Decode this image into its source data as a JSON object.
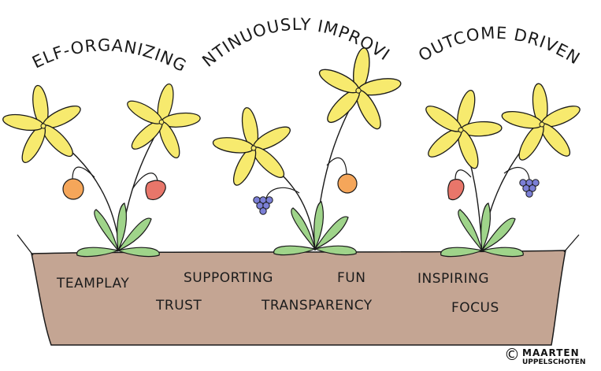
{
  "headings": {
    "left": "SELF-ORGANIZING",
    "center": "CONTINUOUSLY IMPROVING",
    "right": "OUTCOME DRIVEN"
  },
  "soil_words": {
    "teamplay": "TEAMPLAY",
    "supporting": "SUPPORTING",
    "fun": "FUN",
    "inspiring": "INSPIRING",
    "trust": "TRUST",
    "transparency": "TRANSPARENCY",
    "focus": "FOCUS"
  },
  "credit": {
    "copyright_symbol": "©",
    "line1": "MAARTEN",
    "line2": "UPPELSCHOTEN"
  },
  "colors": {
    "petal": "#f7ea6e",
    "leaf": "#9fd48a",
    "soil": "#c4a593",
    "orange_fruit": "#f5a65a",
    "strawberry": "#e8766a",
    "grapes": "#7b7fd6",
    "ink": "#1a1a1a"
  }
}
